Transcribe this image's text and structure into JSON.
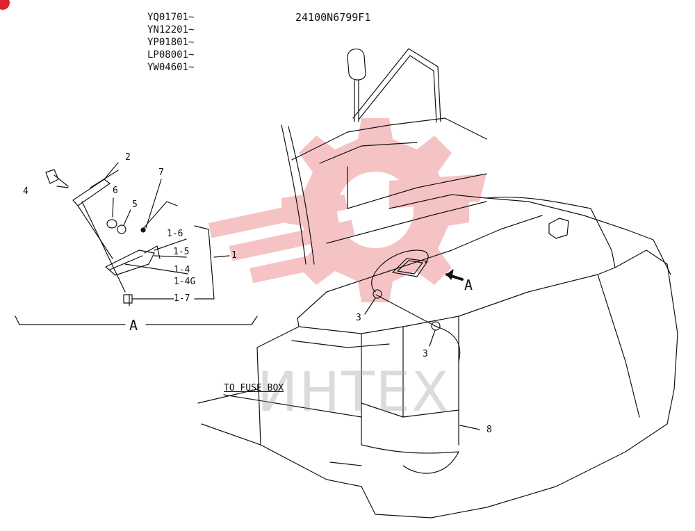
{
  "serials": [
    "YQ01701~",
    "YN12201~",
    "YP01801~",
    "LP08001~",
    "YW04601~"
  ],
  "drawing_number": "24100N6799F1",
  "detail_title": "A",
  "view_arrow_label": "A",
  "fuse_box_label": "TO FUSE BOX",
  "watermark": "ИНТЕХ",
  "callouts": {
    "p1": "1",
    "p2": "2",
    "p4": "4",
    "p5": "5",
    "p6": "6",
    "p7": "7",
    "p8": "8",
    "p1_4": "1-4",
    "p1_4g": "1-4G",
    "p1_5": "1-5",
    "p1_6": "1-6",
    "p1_7": "1-7",
    "p3a": "3",
    "p3b": "3"
  },
  "colors": {
    "ink": "#111111",
    "watermark_red": "#f2a8aa",
    "corner_badge": "#e02030"
  }
}
